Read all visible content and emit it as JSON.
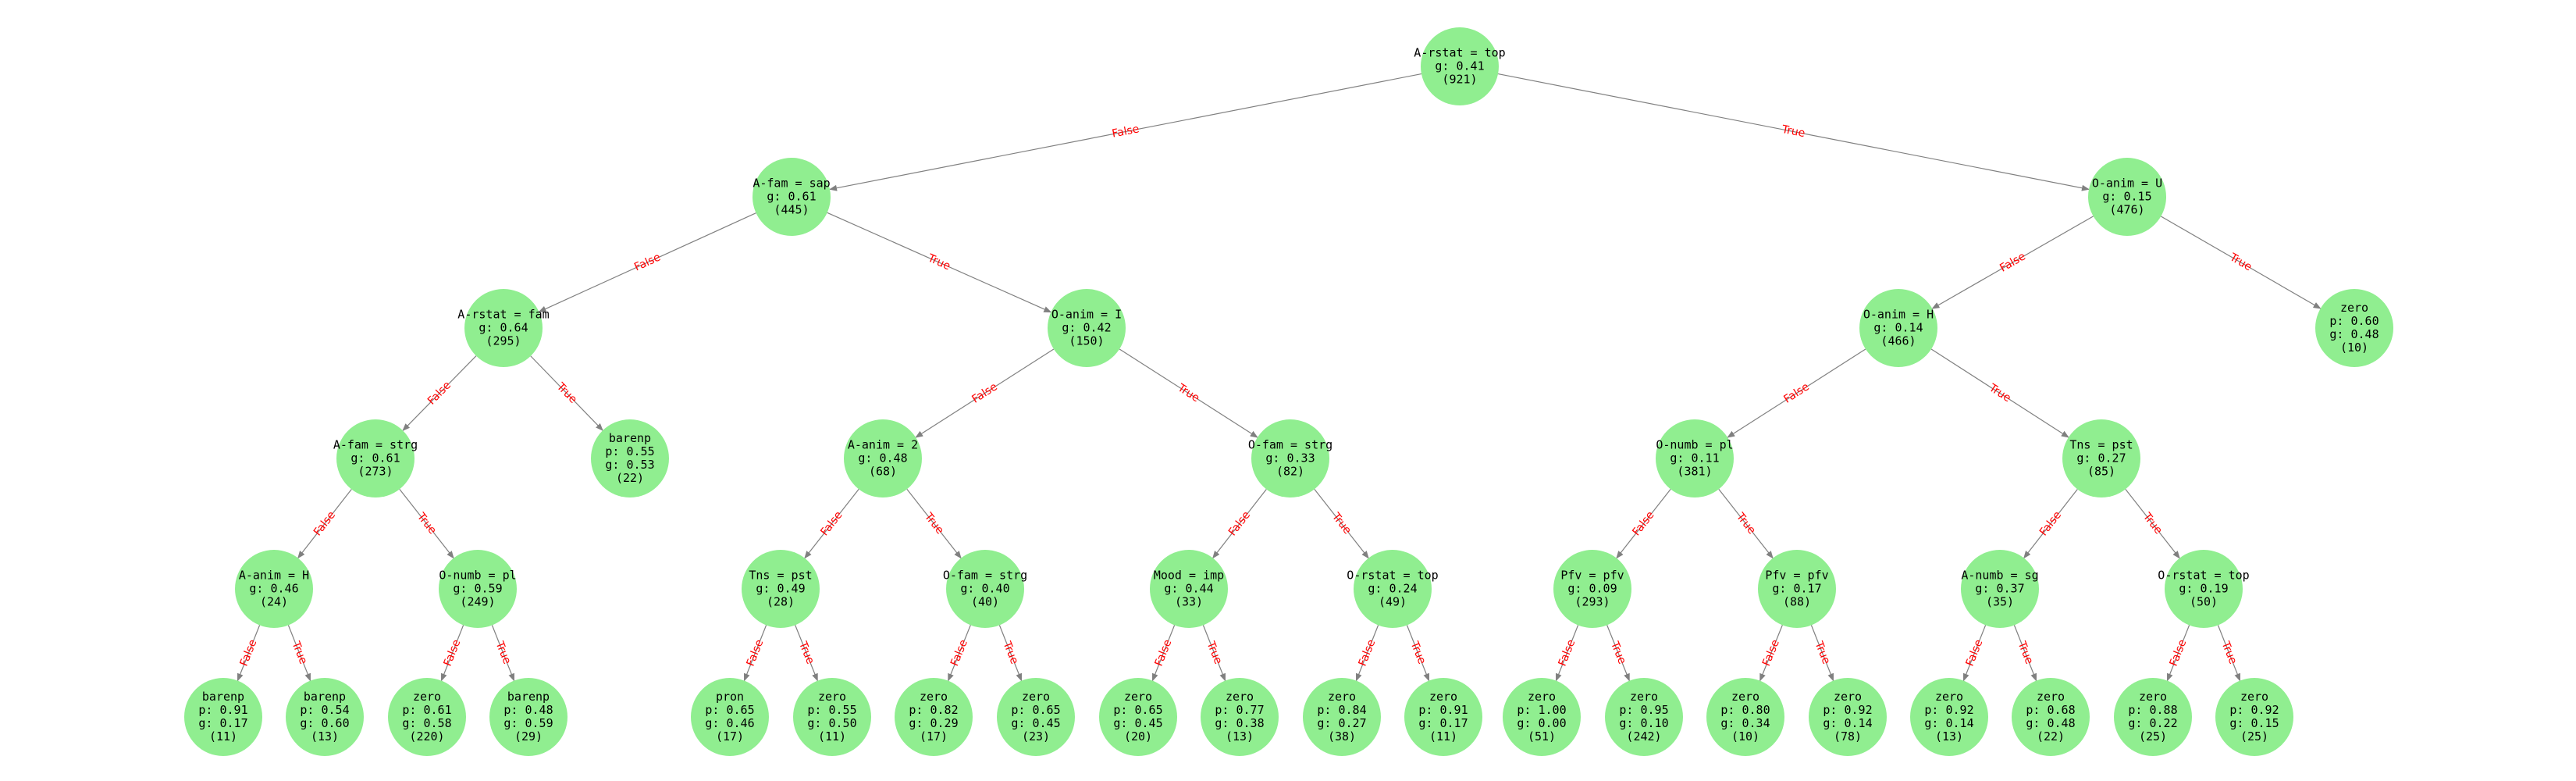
{
  "tree": {
    "edge_color": "#808080",
    "label_color": "#ff0000",
    "node_color": "#90ee90",
    "nodes": [
      {
        "id": "n0",
        "lines": [
          "A-rstat = top",
          "g: 0.41",
          "(921)"
        ]
      },
      {
        "id": "n1",
        "lines": [
          "A-fam = sap",
          "g: 0.61",
          "(445)"
        ]
      },
      {
        "id": "n2",
        "lines": [
          "O-anim = U",
          "g: 0.15",
          "(476)"
        ]
      },
      {
        "id": "n3",
        "lines": [
          "A-rstat = fam",
          "g: 0.64",
          "(295)"
        ]
      },
      {
        "id": "n4",
        "lines": [
          "O-anim = I",
          "g: 0.42",
          "(150)"
        ]
      },
      {
        "id": "n5",
        "lines": [
          "O-anim = H",
          "g: 0.14",
          "(466)"
        ]
      },
      {
        "id": "n6",
        "lines": [
          "zero",
          "p: 0.60",
          "g: 0.48",
          "(10)"
        ]
      },
      {
        "id": "n7",
        "lines": [
          "A-fam = strg",
          "g: 0.61",
          "(273)"
        ]
      },
      {
        "id": "n8",
        "lines": [
          "barenp",
          "p: 0.55",
          "g: 0.53",
          "(22)"
        ]
      },
      {
        "id": "n9",
        "lines": [
          "A-anim = 2",
          "g: 0.48",
          "(68)"
        ]
      },
      {
        "id": "n10",
        "lines": [
          "O-fam = strg",
          "g: 0.33",
          "(82)"
        ]
      },
      {
        "id": "n11",
        "lines": [
          "O-numb = pl",
          "g: 0.11",
          "(381)"
        ]
      },
      {
        "id": "n12",
        "lines": [
          "Tns = pst",
          "g: 0.27",
          "(85)"
        ]
      },
      {
        "id": "n13",
        "lines": [
          "A-anim = H",
          "g: 0.46",
          "(24)"
        ]
      },
      {
        "id": "n14",
        "lines": [
          "O-numb = pl",
          "g: 0.59",
          "(249)"
        ]
      },
      {
        "id": "n15",
        "lines": [
          "Tns = pst",
          "g: 0.49",
          "(28)"
        ]
      },
      {
        "id": "n16",
        "lines": [
          "O-fam = strg",
          "g: 0.40",
          "(40)"
        ]
      },
      {
        "id": "n17",
        "lines": [
          "Mood = imp",
          "g: 0.44",
          "(33)"
        ]
      },
      {
        "id": "n18",
        "lines": [
          "O-rstat = top",
          "g: 0.24",
          "(49)"
        ]
      },
      {
        "id": "n19",
        "lines": [
          "Pfv = pfv",
          "g: 0.09",
          "(293)"
        ]
      },
      {
        "id": "n20",
        "lines": [
          "Pfv = pfv",
          "g: 0.17",
          "(88)"
        ]
      },
      {
        "id": "n21",
        "lines": [
          "A-numb = sg",
          "g: 0.37",
          "(35)"
        ]
      },
      {
        "id": "n22",
        "lines": [
          "O-rstat = top",
          "g: 0.19",
          "(50)"
        ]
      },
      {
        "id": "n23",
        "lines": [
          "barenp",
          "p: 0.91",
          "g: 0.17",
          "(11)"
        ]
      },
      {
        "id": "n24",
        "lines": [
          "barenp",
          "p: 0.54",
          "g: 0.60",
          "(13)"
        ]
      },
      {
        "id": "n25",
        "lines": [
          "zero",
          "p: 0.61",
          "g: 0.58",
          "(220)"
        ]
      },
      {
        "id": "n26",
        "lines": [
          "barenp",
          "p: 0.48",
          "g: 0.59",
          "(29)"
        ]
      },
      {
        "id": "n27",
        "lines": [
          "pron",
          "p: 0.65",
          "g: 0.46",
          "(17)"
        ]
      },
      {
        "id": "n28",
        "lines": [
          "zero",
          "p: 0.55",
          "g: 0.50",
          "(11)"
        ]
      },
      {
        "id": "n29",
        "lines": [
          "zero",
          "p: 0.82",
          "g: 0.29",
          "(17)"
        ]
      },
      {
        "id": "n30",
        "lines": [
          "zero",
          "p: 0.65",
          "g: 0.45",
          "(23)"
        ]
      },
      {
        "id": "n31",
        "lines": [
          "zero",
          "p: 0.65",
          "g: 0.45",
          "(20)"
        ]
      },
      {
        "id": "n32",
        "lines": [
          "zero",
          "p: 0.77",
          "g: 0.38",
          "(13)"
        ]
      },
      {
        "id": "n33",
        "lines": [
          "zero",
          "p: 0.84",
          "g: 0.27",
          "(38)"
        ]
      },
      {
        "id": "n34",
        "lines": [
          "zero",
          "p: 0.91",
          "g: 0.17",
          "(11)"
        ]
      },
      {
        "id": "n35",
        "lines": [
          "zero",
          "p: 1.00",
          "g: 0.00",
          "(51)"
        ]
      },
      {
        "id": "n36",
        "lines": [
          "zero",
          "p: 0.95",
          "g: 0.10",
          "(242)"
        ]
      },
      {
        "id": "n37",
        "lines": [
          "zero",
          "p: 0.80",
          "g: 0.34",
          "(10)"
        ]
      },
      {
        "id": "n38",
        "lines": [
          "zero",
          "p: 0.92",
          "g: 0.14",
          "(78)"
        ]
      },
      {
        "id": "n39",
        "lines": [
          "zero",
          "p: 0.92",
          "g: 0.14",
          "(13)"
        ]
      },
      {
        "id": "n40",
        "lines": [
          "zero",
          "p: 0.68",
          "g: 0.48",
          "(22)"
        ]
      },
      {
        "id": "n41",
        "lines": [
          "zero",
          "p: 0.88",
          "g: 0.22",
          "(25)"
        ]
      },
      {
        "id": "n42",
        "lines": [
          "zero",
          "p: 0.92",
          "g: 0.15",
          "(25)"
        ]
      }
    ],
    "edges": [
      {
        "from": "n0",
        "to": "n1",
        "label": "False"
      },
      {
        "from": "n0",
        "to": "n2",
        "label": "True"
      },
      {
        "from": "n1",
        "to": "n3",
        "label": "False"
      },
      {
        "from": "n1",
        "to": "n4",
        "label": "True"
      },
      {
        "from": "n2",
        "to": "n5",
        "label": "False"
      },
      {
        "from": "n2",
        "to": "n6",
        "label": "True"
      },
      {
        "from": "n3",
        "to": "n7",
        "label": "False"
      },
      {
        "from": "n3",
        "to": "n8",
        "label": "True"
      },
      {
        "from": "n4",
        "to": "n9",
        "label": "False"
      },
      {
        "from": "n4",
        "to": "n10",
        "label": "True"
      },
      {
        "from": "n5",
        "to": "n11",
        "label": "False"
      },
      {
        "from": "n5",
        "to": "n12",
        "label": "True"
      },
      {
        "from": "n7",
        "to": "n13",
        "label": "False"
      },
      {
        "from": "n7",
        "to": "n14",
        "label": "True"
      },
      {
        "from": "n9",
        "to": "n15",
        "label": "False"
      },
      {
        "from": "n9",
        "to": "n16",
        "label": "True"
      },
      {
        "from": "n10",
        "to": "n17",
        "label": "False"
      },
      {
        "from": "n10",
        "to": "n18",
        "label": "True"
      },
      {
        "from": "n11",
        "to": "n19",
        "label": "False"
      },
      {
        "from": "n11",
        "to": "n20",
        "label": "True"
      },
      {
        "from": "n12",
        "to": "n21",
        "label": "False"
      },
      {
        "from": "n12",
        "to": "n22",
        "label": "True"
      },
      {
        "from": "n13",
        "to": "n23",
        "label": "False"
      },
      {
        "from": "n13",
        "to": "n24",
        "label": "True"
      },
      {
        "from": "n14",
        "to": "n25",
        "label": "False"
      },
      {
        "from": "n14",
        "to": "n26",
        "label": "True"
      },
      {
        "from": "n15",
        "to": "n27",
        "label": "False"
      },
      {
        "from": "n15",
        "to": "n28",
        "label": "True"
      },
      {
        "from": "n16",
        "to": "n29",
        "label": "False"
      },
      {
        "from": "n16",
        "to": "n30",
        "label": "True"
      },
      {
        "from": "n17",
        "to": "n31",
        "label": "False"
      },
      {
        "from": "n17",
        "to": "n32",
        "label": "True"
      },
      {
        "from": "n18",
        "to": "n33",
        "label": "False"
      },
      {
        "from": "n18",
        "to": "n34",
        "label": "True"
      },
      {
        "from": "n19",
        "to": "n35",
        "label": "False"
      },
      {
        "from": "n19",
        "to": "n36",
        "label": "True"
      },
      {
        "from": "n20",
        "to": "n37",
        "label": "False"
      },
      {
        "from": "n20",
        "to": "n38",
        "label": "True"
      },
      {
        "from": "n21",
        "to": "n39",
        "label": "False"
      },
      {
        "from": "n21",
        "to": "n40",
        "label": "True"
      },
      {
        "from": "n22",
        "to": "n41",
        "label": "False"
      },
      {
        "from": "n22",
        "to": "n42",
        "label": "True"
      }
    ]
  }
}
